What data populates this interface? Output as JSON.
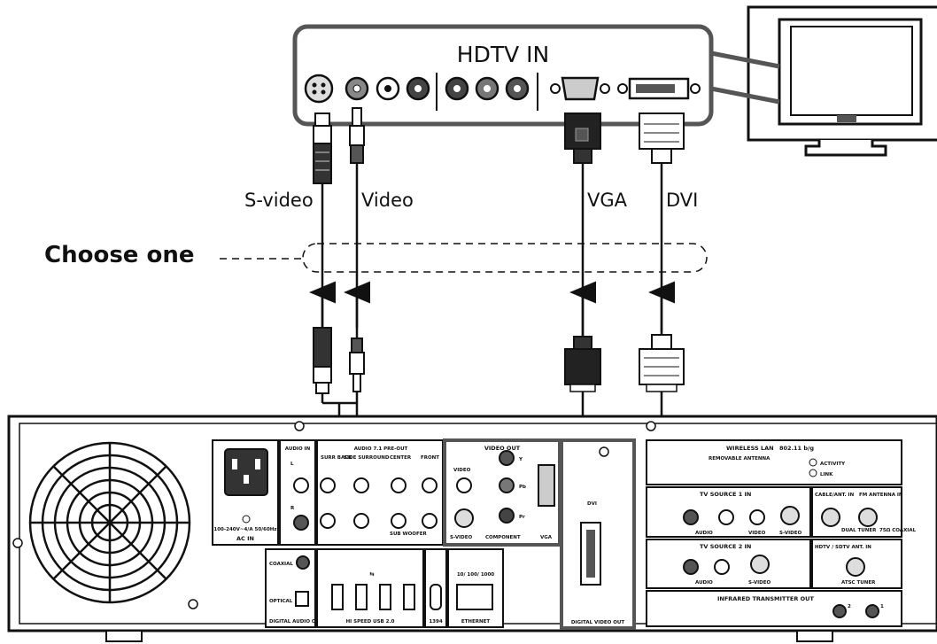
{
  "tv": {
    "panel_title": "HDTV IN"
  },
  "cables": {
    "svideo": "S-video",
    "video": "Video",
    "vga": "VGA",
    "dvi": "DVI",
    "choose": "Choose one"
  },
  "pc": {
    "ac_in": "AC IN",
    "ac_rating": "100-240V~4/A 50/60Hz",
    "audio_in": "AUDIO IN",
    "audio_71": "AUDIO 7.1 PRE-OUT",
    "surr_back": "SURR BACK",
    "side_surround": "SIDE SURROUND",
    "center": "CENTER",
    "front": "FRONT",
    "sub_woofer": "SUB WOOFER",
    "video_out": "VIDEO OUT",
    "video": "VIDEO",
    "svideo": "S-VIDEO",
    "component": "COMPONENT",
    "vga": "VGA",
    "y": "Y",
    "pb": "Pb",
    "pr": "Pr",
    "dvi": "DVI",
    "digital_video_out": "DIGITAL VIDEO OUT",
    "coaxial": "COAXIAL",
    "optical": "OPTICAL",
    "digital_audio_out": "DIGITAL AUDIO OUT",
    "usb": "HI SPEED USB 2.0",
    "ieee": "1394",
    "ethernet": "ETHERNET",
    "ethernet_speed": "10/ 100/ 1000",
    "wireless": "WIRELESS LAN",
    "wireless_std": "802.11 b/g",
    "removable_antenna": "REMOVABLE ANTENNA",
    "activity": "ACTIVITY",
    "link": "LINK",
    "tv_source_1": "TV SOURCE 1 IN",
    "tv_source_2": "TV SOURCE 2 IN",
    "audio": "AUDIO",
    "cable_ant": "CABLE/ANT. IN",
    "fm_ant": "FM ANTENNA IN",
    "dual_tuner": "DUAL TUNER",
    "coaxial_75": "75Ω COAXIAL",
    "hdtv_ant": "HDTV / SDTV ANT. IN",
    "atsc": "ATSC TUNER",
    "infrared": "INFRARED TRANSMITTER OUT",
    "ch_l": "L",
    "ch_r": "R",
    "ir_1": "1",
    "ir_2": "2"
  }
}
